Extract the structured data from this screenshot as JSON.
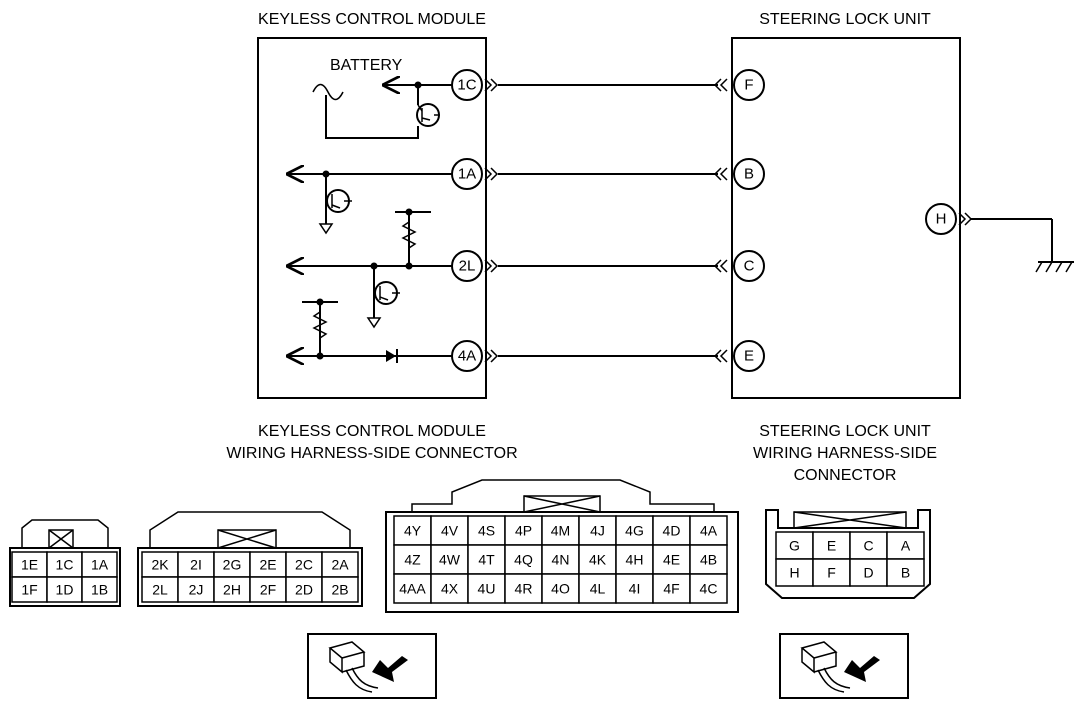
{
  "titles": {
    "module": "KEYLESS CONTROL MODULE",
    "unit": "STEERING LOCK UNIT",
    "module_conn_1": "KEYLESS CONTROL MODULE",
    "module_conn_2": "WIRING HARNESS-SIDE CONNECTOR",
    "unit_conn_1": "STEERING LOCK UNIT",
    "unit_conn_2": "WIRING HARNESS-SIDE",
    "unit_conn_3": "CONNECTOR"
  },
  "battery_label": "BATTERY",
  "module_pins": [
    "1C",
    "1A",
    "2L",
    "4A"
  ],
  "unit_pins": [
    "F",
    "B",
    "C",
    "E"
  ],
  "ground_pin": "H",
  "connectors": {
    "c1": [
      [
        "1E",
        "1C",
        "1A"
      ],
      [
        "1F",
        "1D",
        "1B"
      ]
    ],
    "c2": [
      [
        "2K",
        "2I",
        "2G",
        "2E",
        "2C",
        "2A"
      ],
      [
        "2L",
        "2J",
        "2H",
        "2F",
        "2D",
        "2B"
      ]
    ],
    "c4": [
      [
        "4Y",
        "4V",
        "4S",
        "4P",
        "4M",
        "4J",
        "4G",
        "4D",
        "4A"
      ],
      [
        "4Z",
        "4W",
        "4T",
        "4Q",
        "4N",
        "4K",
        "4H",
        "4E",
        "4B"
      ],
      [
        "4AA",
        "4X",
        "4U",
        "4R",
        "4O",
        "4L",
        "4I",
        "4F",
        "4C"
      ]
    ],
    "unit": [
      [
        "G",
        "E",
        "C",
        "A"
      ],
      [
        "H",
        "F",
        "D",
        "B"
      ]
    ]
  }
}
